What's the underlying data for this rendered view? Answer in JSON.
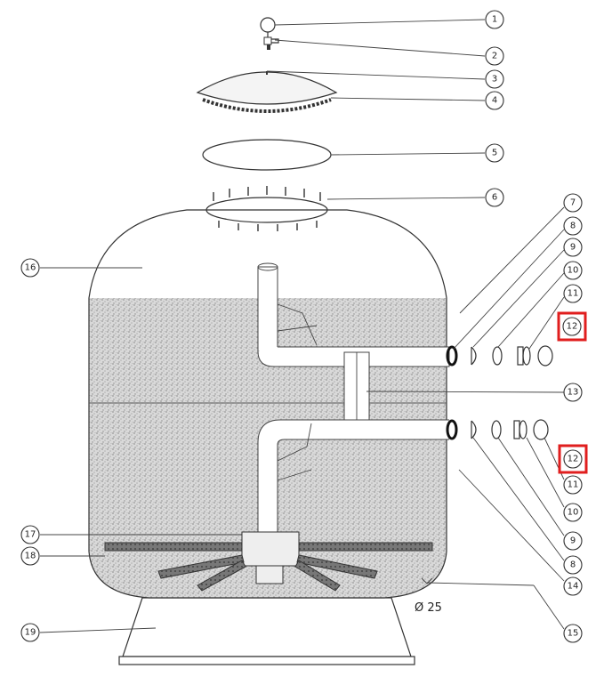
{
  "callouts": {
    "c1": "1",
    "c2": "2",
    "c3": "3",
    "c4": "4",
    "c5": "5",
    "c6": "6",
    "c7": "7",
    "c8a": "8",
    "c9a": "9",
    "c10a": "10",
    "c11a": "11",
    "c12a": "12",
    "c13": "13",
    "c12b": "12",
    "c11b": "11",
    "c10b": "10",
    "c9b": "9",
    "c8b": "8",
    "c14": "14",
    "c15": "15",
    "c16": "16",
    "c17": "17",
    "c18": "18",
    "c19": "19"
  },
  "dimension": "Ø 25",
  "highlight_color": "#e01e1e"
}
